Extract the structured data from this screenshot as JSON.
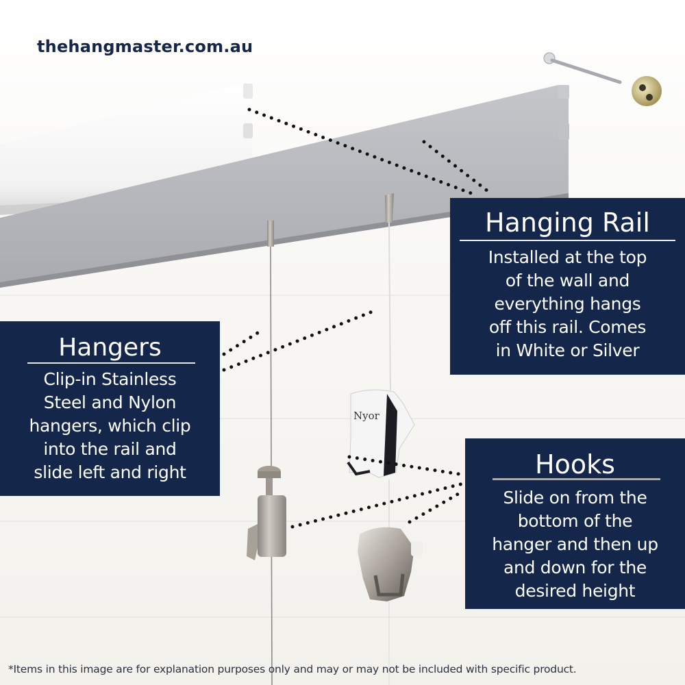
{
  "brand": {
    "site_name": "thehangmaster.com.au",
    "color": "#16264a"
  },
  "theme": {
    "box_background": "#14264a",
    "box_text": "#ffffff",
    "leader_dots": "#111111",
    "silver_rail": "#b9bbbf",
    "white_rail": "#f6f6f6"
  },
  "products": [
    {
      "name": "white-rail",
      "label": "White hanging rail"
    },
    {
      "name": "silver-rail",
      "label": "Silver hanging rail"
    },
    {
      "name": "screw",
      "label": "Mounting screw"
    },
    {
      "name": "wall-plug",
      "label": "Brass wall plug"
    },
    {
      "name": "steel-hanger",
      "label": "Stainless steel wire hanger"
    },
    {
      "name": "nylon-hanger",
      "label": "Nylon cord hanger"
    },
    {
      "name": "white-hook",
      "label": "White nylon hook",
      "engraving": "Nyor"
    },
    {
      "name": "steel-hook",
      "label": "Stainless steel hook"
    },
    {
      "name": "cylinder-hook",
      "label": "Cylinder hook"
    }
  ],
  "callouts": {
    "rail": {
      "title": "Hanging Rail",
      "body": "Installed at the top\nof the wall and\neverything hangs\noff this rail. Comes\nin White or Silver"
    },
    "hangers": {
      "title": "Hangers",
      "body": "Clip-in Stainless\nSteel and Nylon\nhangers, which clip\ninto the rail and\nslide left and right"
    },
    "hooks": {
      "title": "Hooks",
      "body": "Slide on from the\nbottom of the\nhanger and then up\nand down for the\ndesired height"
    }
  },
  "footer": {
    "disclaimer": "*Items in this image are for explanation purposes only and may or may not be included with specific product."
  }
}
